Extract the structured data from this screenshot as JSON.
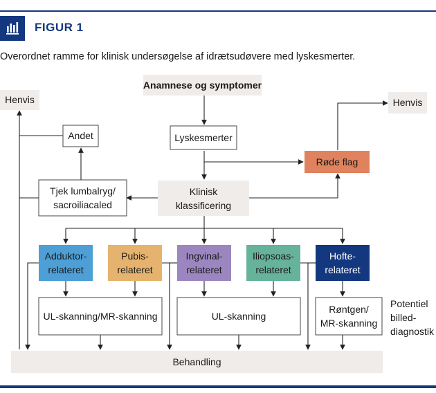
{
  "header": {
    "figure_label": "FIGUR 1"
  },
  "caption": "Overordnet ramme for klinisk undersøgelse af idrætsudøvere med lyskesmerter.",
  "icon": "bar-chart-icon",
  "colors": {
    "brand": "#14387f",
    "grey_box": "#efecea",
    "red_flag": "#e0825d",
    "adductor": "#4d9fd5",
    "pubis": "#e6b36e",
    "ingvinal": "#9b86c0",
    "iliopsoas": "#66b29a",
    "hofte": "#14387f"
  },
  "nodes": {
    "anamnese": "Anamnese og symptomer",
    "henvis_left": "Henvis",
    "henvis_right": "Henvis",
    "andet": "Andet",
    "lyskesmerter": "Lyskesmerter",
    "rode_flag": "Røde flag",
    "tjek": [
      "Tjek lumbalryg/",
      "sacroiliacaled"
    ],
    "klinisk": [
      "Klinisk",
      "klassificering"
    ],
    "adduktor": [
      "Adduktor-",
      "relateret"
    ],
    "pubis": [
      "Pubis-",
      "relateret"
    ],
    "ingvinal": [
      "Ingvinal-",
      "relateret"
    ],
    "iliopsoas": [
      "Iliopsoas-",
      "relateret"
    ],
    "hofte": [
      "Hofte-",
      "relateret"
    ],
    "ul_mr": "UL-skanning/MR-skanning",
    "ul": "UL-skanning",
    "rontgen": [
      "Røntgen/",
      "MR-skanning"
    ],
    "potentiel": [
      "Potentiel",
      "billed-",
      "diagnostik"
    ],
    "behandling": "Behandling"
  }
}
